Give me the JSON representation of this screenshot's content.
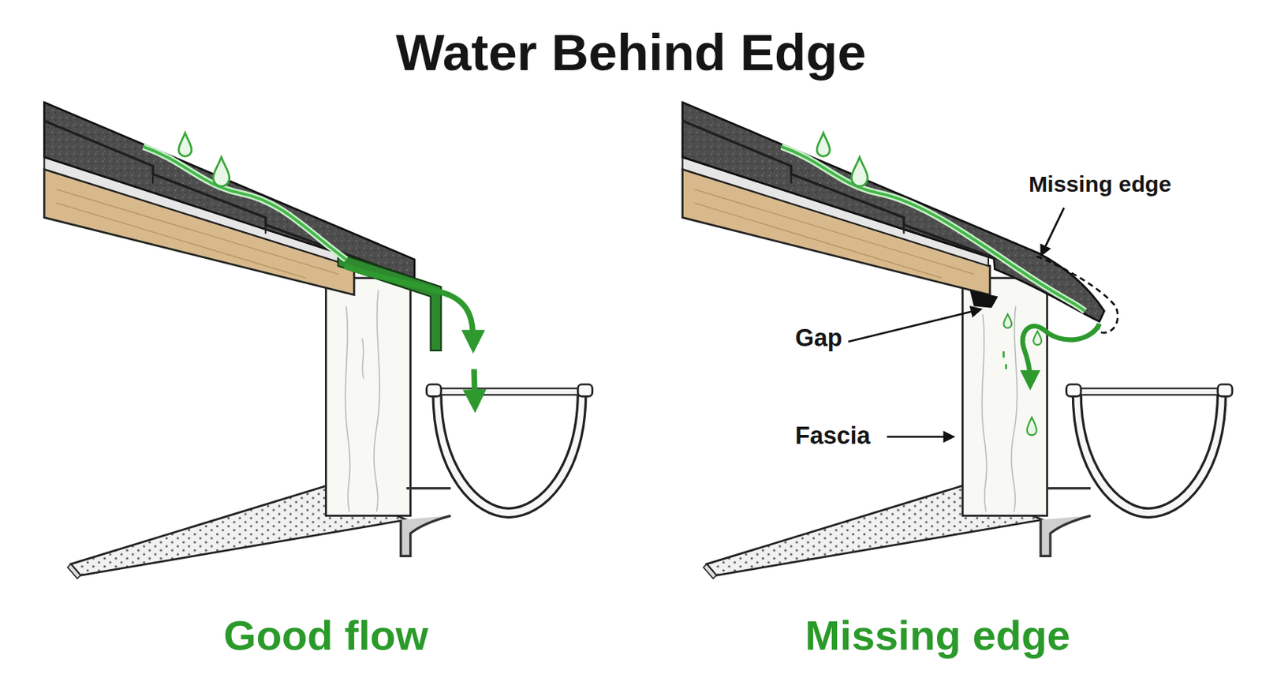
{
  "diagram": {
    "title": "Water Behind Edge",
    "labels": [
      "Missing edge",
      "Gap",
      "Fascia",
      "Good flow",
      "Missing edge"
    ]
  }
}
